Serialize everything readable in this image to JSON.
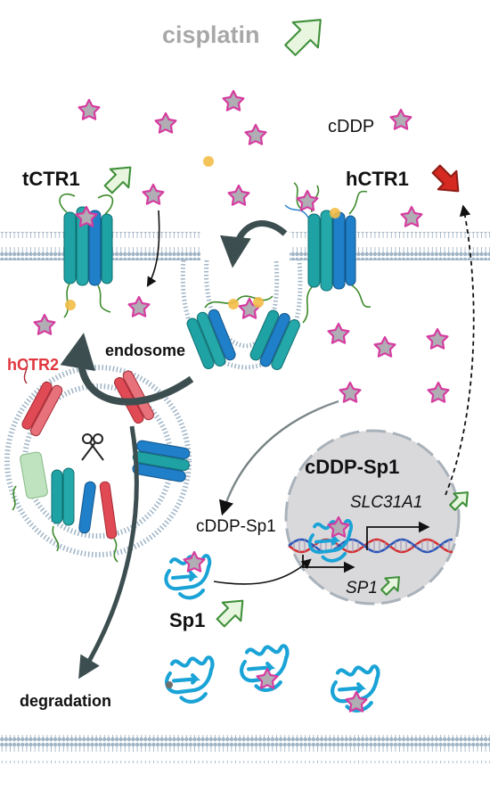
{
  "header": {
    "title": "cisplatin"
  },
  "labels": {
    "cddp": "cDDP",
    "tctr1": "tCTR1",
    "hctr1": "hCTR1",
    "hctr2": "hCTR2",
    "endosome": "endosome",
    "cddp_sp1_cyto": "cDDP-Sp1",
    "cddp_sp1_nucleus": "cDDP-Sp1",
    "slc31a1": "SLC31A1",
    "sp1_gene": "SP1",
    "sp1_protein": "Sp1",
    "degradation": "degradation"
  },
  "colors": {
    "up_arrow": "#3f8f3a",
    "up_fill": "#e8f6df",
    "down_arrow": "#d42a22",
    "transporter_teal": "#1ea2a4",
    "transporter_blue": "#1f7fc9",
    "hctr2_red": "#e04a55",
    "drug_star": "#b0adb4",
    "drug_outline": "#d63ca0",
    "copper": "#f3bc47",
    "membrane": "#9fb4c6",
    "nucleus": "#d9d9dc",
    "flow_arrow": "#3d4e50"
  },
  "icons": {
    "drug": "cisplatin-star-icon",
    "copper": "copper-dot-icon",
    "up": "increase-arrow-icon",
    "down": "decrease-arrow-icon",
    "scissors": "scissors-icon"
  }
}
